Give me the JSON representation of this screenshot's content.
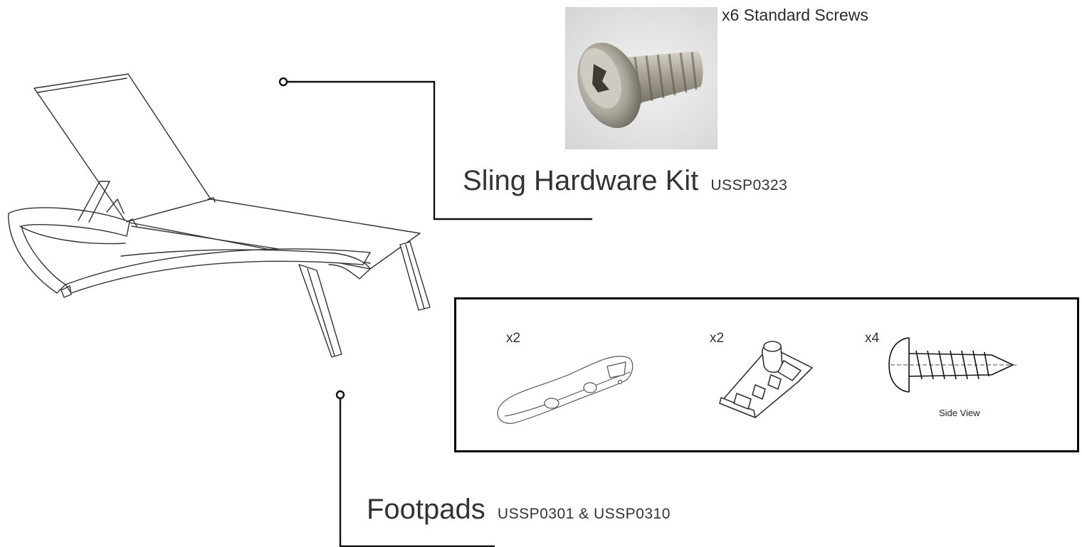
{
  "hardware_kit": {
    "screw_count_label": "x6 Standard Screws",
    "title": "Sling Hardware Kit",
    "code": "USSP0323"
  },
  "footpads": {
    "title": "Footpads",
    "code": "USSP0301 & USSP0310"
  },
  "parts_box": {
    "parts": [
      {
        "name": "footpad-rail",
        "quantity": "x2"
      },
      {
        "name": "footpad-block",
        "quantity": "x2"
      },
      {
        "name": "tapping-screw",
        "quantity": "x4",
        "caption": "Side View"
      }
    ]
  }
}
